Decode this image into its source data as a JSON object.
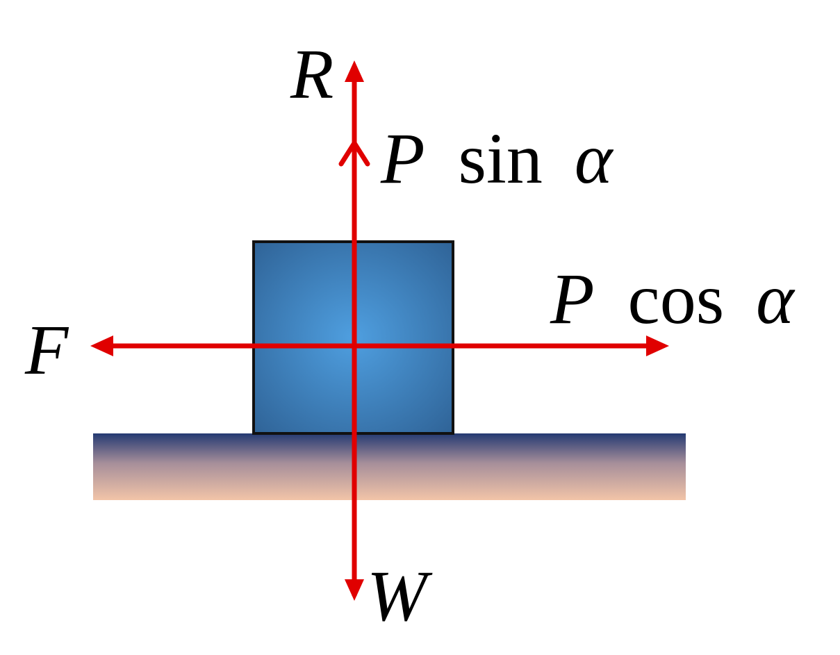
{
  "diagram": {
    "labels": {
      "normal_reaction": "R",
      "vertical_component": {
        "symbol": "P",
        "function": "sin",
        "angle": "α"
      },
      "horizontal_component": {
        "symbol": "P",
        "function": "cos",
        "angle": "α"
      },
      "friction": "F",
      "weight": "W"
    },
    "colors": {
      "force_arrows": "#e00000",
      "block_center": "#4f9fe0",
      "block_edge": "#2d5f92",
      "block_border": "#111111",
      "ground_top": "#253a72",
      "ground_bottom": "#f2c4a8",
      "text": "#000000"
    }
  }
}
